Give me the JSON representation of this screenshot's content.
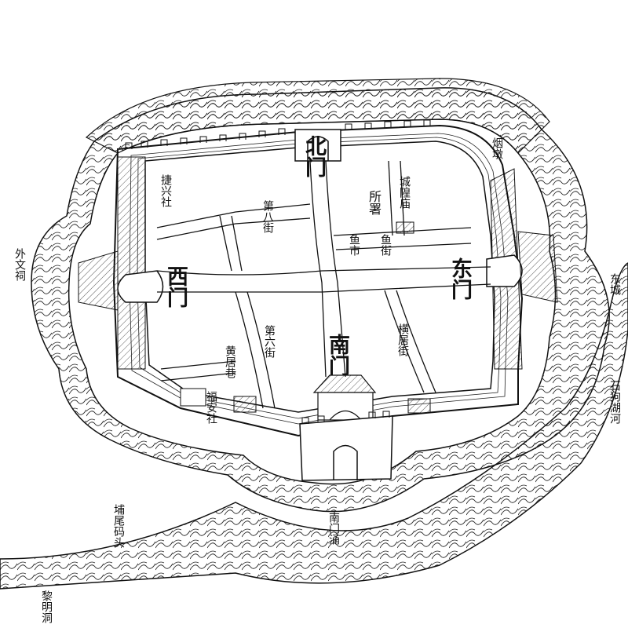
{
  "map": {
    "gates": {
      "north": "北门",
      "south": "南门",
      "east": "东门",
      "west": "西门"
    },
    "streets": {
      "eighth": "第八街",
      "sixth": "第六街",
      "fish_market": "鱼市",
      "fish_street": "鱼街",
      "hengju": "横居街",
      "huangju_lane": "黄居巷"
    },
    "buildings": {
      "jiexing_she": "捷兴社",
      "suoshu": "所署",
      "chenghuang_temple": "城隍庙",
      "fuan_she": "福安社"
    },
    "outside": {
      "wai_wen_ci": "外文祠",
      "yan_dun": "烟墩",
      "dong_cheng": "东城",
      "shigou_lake_river": "石狗湖河",
      "bu_wei_pier": "埔尾码头",
      "nanmen_chong": "南门涌",
      "liming_dong": "黎明洞"
    },
    "colors": {
      "ink": "#111111",
      "paper": "#ffffff"
    }
  }
}
